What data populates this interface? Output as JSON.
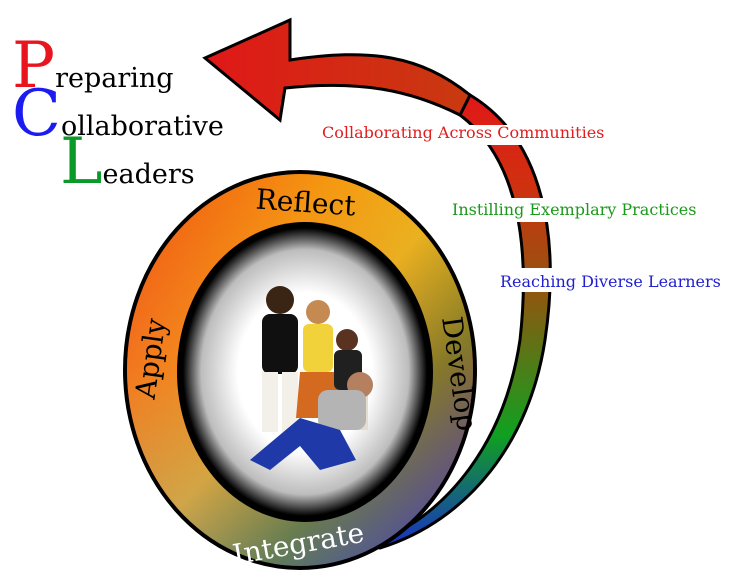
{
  "title": {
    "lines": [
      {
        "initial": "P",
        "rest": "reparing",
        "color": "#e8141e"
      },
      {
        "initial": "C",
        "rest": "ollaborative",
        "color": "#1c1cf0"
      },
      {
        "initial": "L",
        "rest": "eaders",
        "color": "#0a9a28"
      }
    ]
  },
  "outer_labels": [
    {
      "text": "Collaborating Across Communities",
      "color": "#e01e1e"
    },
    {
      "text": "Instilling Exemplary Practices",
      "color": "#1a9a1a"
    },
    {
      "text": "Reaching Diverse Learners",
      "color": "#2020d0"
    }
  ],
  "ring_labels": {
    "top": "Reflect",
    "right": "Develop",
    "bottom": "Integrate",
    "left": "Apply"
  },
  "photo": {
    "description_icon": "students-photo"
  }
}
